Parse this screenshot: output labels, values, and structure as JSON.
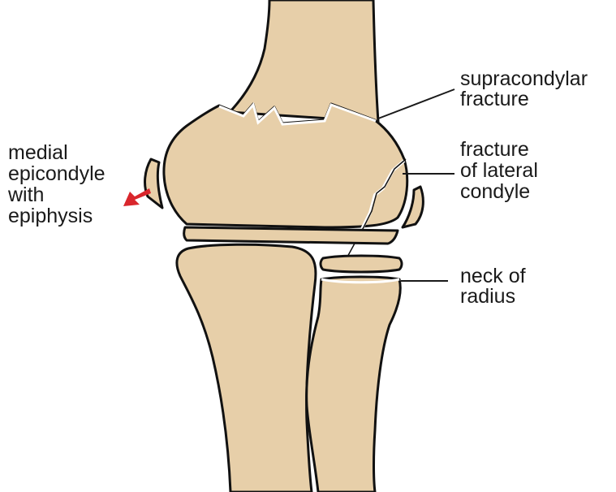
{
  "labels": {
    "supracondylar_line1": "supracondylar",
    "supracondylar_line2": "fracture",
    "lateral_line1": "fracture",
    "lateral_line2": "of lateral",
    "lateral_line3": "condyle",
    "neck_line1": "neck of",
    "neck_line2": "radius",
    "medial_line1": "medial",
    "medial_line2": "epicondyle",
    "medial_line3": "with",
    "medial_line4": "epiphysis"
  },
  "colors": {
    "bone_fill": "#e7cfa9",
    "outline": "#111111",
    "arrow": "#d9262c"
  }
}
